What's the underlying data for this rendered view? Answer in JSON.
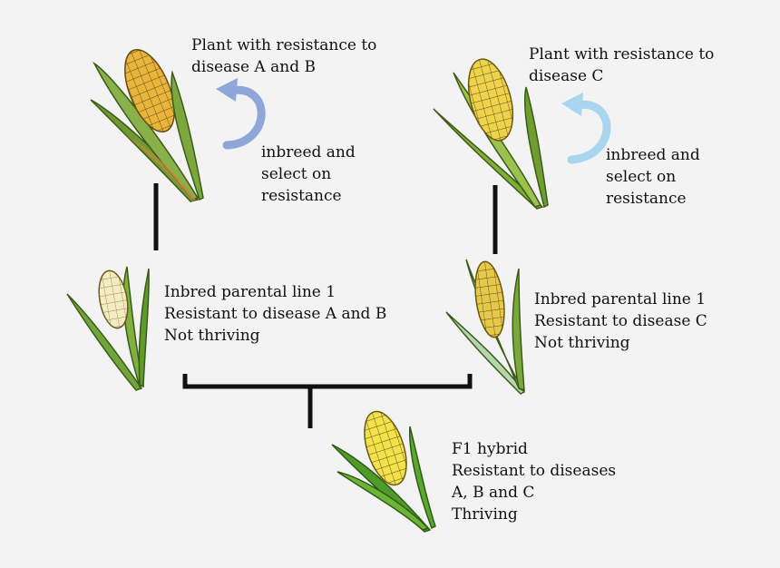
{
  "top_left": {
    "title_lines": [
      "Plant with resistance to",
      "disease A and B"
    ],
    "cycle_lines": [
      "inbreed and",
      "select on",
      "resistance"
    ]
  },
  "top_right": {
    "title_lines": [
      "Plant with resistance to",
      "disease C"
    ],
    "cycle_lines": [
      "inbreed and",
      "select on",
      "resistance"
    ]
  },
  "parent_left": {
    "lines": [
      "Inbred parental line 1",
      "Resistant to disease A and B",
      "Not thriving"
    ]
  },
  "parent_right": {
    "lines": [
      "Inbred parental line 1",
      "Resistant to disease C",
      "Not thriving"
    ]
  },
  "hybrid": {
    "lines": [
      "F1 hybrid",
      "Resistant to diseases",
      "A, B and C",
      "Thriving"
    ]
  },
  "colors": {
    "background": "#f3f3f3",
    "connector": "#111111",
    "arrow_left": "#8fa6d8",
    "arrow_right": "#a9d6ef",
    "kernel_gold": "#e9b43a",
    "kernel_yellow": "#f4e24a",
    "kernel_pale": "#f4ecc0",
    "husk_green": "#5f9a2e"
  },
  "icons": [
    "corn-plant-icon",
    "cycle-arrow-icon"
  ]
}
